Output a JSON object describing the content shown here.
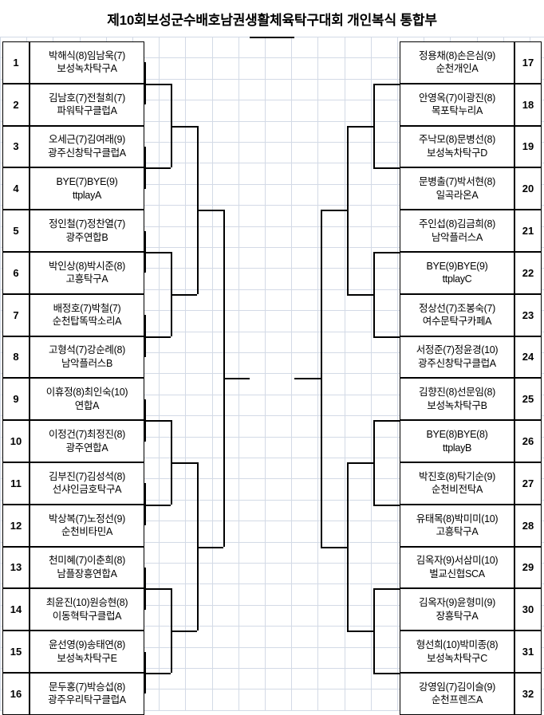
{
  "title": "제10회보성군수배호남권생활체육탁구대회 개인복식 통합부",
  "colors": {
    "grid_line": "#d3dae6",
    "bracket_line": "#000000",
    "cell_border": "#000000",
    "background": "#ffffff",
    "text": "#000000"
  },
  "bracket": {
    "type": "single-elimination",
    "total_seeds": 32,
    "rounds": 5,
    "left": [
      {
        "seed": "1",
        "players": "박해식(8)임남욱(7)",
        "club": "보성녹차탁구A"
      },
      {
        "seed": "2",
        "players": "김남호(7)전철희(7)",
        "club": "파워탁구클럽A"
      },
      {
        "seed": "3",
        "players": "오세근(7)김여래(9)",
        "club": "광주신창탁구클럽A"
      },
      {
        "seed": "4",
        "players": "BYE(7)BYE(9)",
        "club": "ttplayA"
      },
      {
        "seed": "5",
        "players": "정인철(7)정찬열(7)",
        "club": "광주연합B"
      },
      {
        "seed": "6",
        "players": "박인상(8)박시준(8)",
        "club": "고흥탁구A"
      },
      {
        "seed": "7",
        "players": "배정호(7)박철(7)",
        "club": "순천탑똑딱소리A"
      },
      {
        "seed": "8",
        "players": "고형석(7)강순례(8)",
        "club": "남악플러스B"
      },
      {
        "seed": "9",
        "players": "이휴정(8)최인숙(10)",
        "club": "연합A"
      },
      {
        "seed": "10",
        "players": "이정건(7)최정진(8)",
        "club": "광주연합A"
      },
      {
        "seed": "11",
        "players": "김부진(7)김성석(8)",
        "club": "선샤인금호탁구A"
      },
      {
        "seed": "12",
        "players": "박상복(7)노정선(9)",
        "club": "순천비타민A"
      },
      {
        "seed": "13",
        "players": "천미혜(7)이춘희(8)",
        "club": "남플장흥연합A"
      },
      {
        "seed": "14",
        "players": "최윤진(10)원승현(8)",
        "club": "이동혁탁구클럽A"
      },
      {
        "seed": "15",
        "players": "윤선영(9)송태연(8)",
        "club": "보성녹차탁구E"
      },
      {
        "seed": "16",
        "players": "문두홍(7)박승섭(8)",
        "club": "광주우리탁구클럽A"
      }
    ],
    "right": [
      {
        "seed": "17",
        "players": "정용채(8)손은심(9)",
        "club": "순천개인A"
      },
      {
        "seed": "18",
        "players": "안영옥(7)이광진(8)",
        "club": "목포탁누리A"
      },
      {
        "seed": "19",
        "players": "주낙모(8)문병선(8)",
        "club": "보성녹차탁구D"
      },
      {
        "seed": "20",
        "players": "문병출(7)박서현(8)",
        "club": "일곡라온A"
      },
      {
        "seed": "21",
        "players": "주인섭(8)김금희(8)",
        "club": "남악플러스A"
      },
      {
        "seed": "22",
        "players": "BYE(9)BYE(9)",
        "club": "ttplayC"
      },
      {
        "seed": "23",
        "players": "정상선(7)조봉숙(7)",
        "club": "여수문탁구카페A"
      },
      {
        "seed": "24",
        "players": "서정준(7)정윤경(10)",
        "club": "광주신창탁구클럽A"
      },
      {
        "seed": "25",
        "players": "김향진(8)선문임(8)",
        "club": "보성녹차탁구B"
      },
      {
        "seed": "26",
        "players": "BYE(8)BYE(8)",
        "club": "ttplayB"
      },
      {
        "seed": "27",
        "players": "박진호(8)탁기순(9)",
        "club": "순천비전탁A"
      },
      {
        "seed": "28",
        "players": "유태목(8)박미미(10)",
        "club": "고흥탁구A"
      },
      {
        "seed": "29",
        "players": "김옥자(9)서삼미(10)",
        "club": "벌교신협SCA"
      },
      {
        "seed": "30",
        "players": "김옥자(9)윤형미(9)",
        "club": "장흥탁구A"
      },
      {
        "seed": "31",
        "players": "형선희(10)박미종(8)",
        "club": "보성녹차탁구C"
      },
      {
        "seed": "32",
        "players": "강영임(7)김이슬(9)",
        "club": "순천프렌즈A"
      }
    ]
  }
}
